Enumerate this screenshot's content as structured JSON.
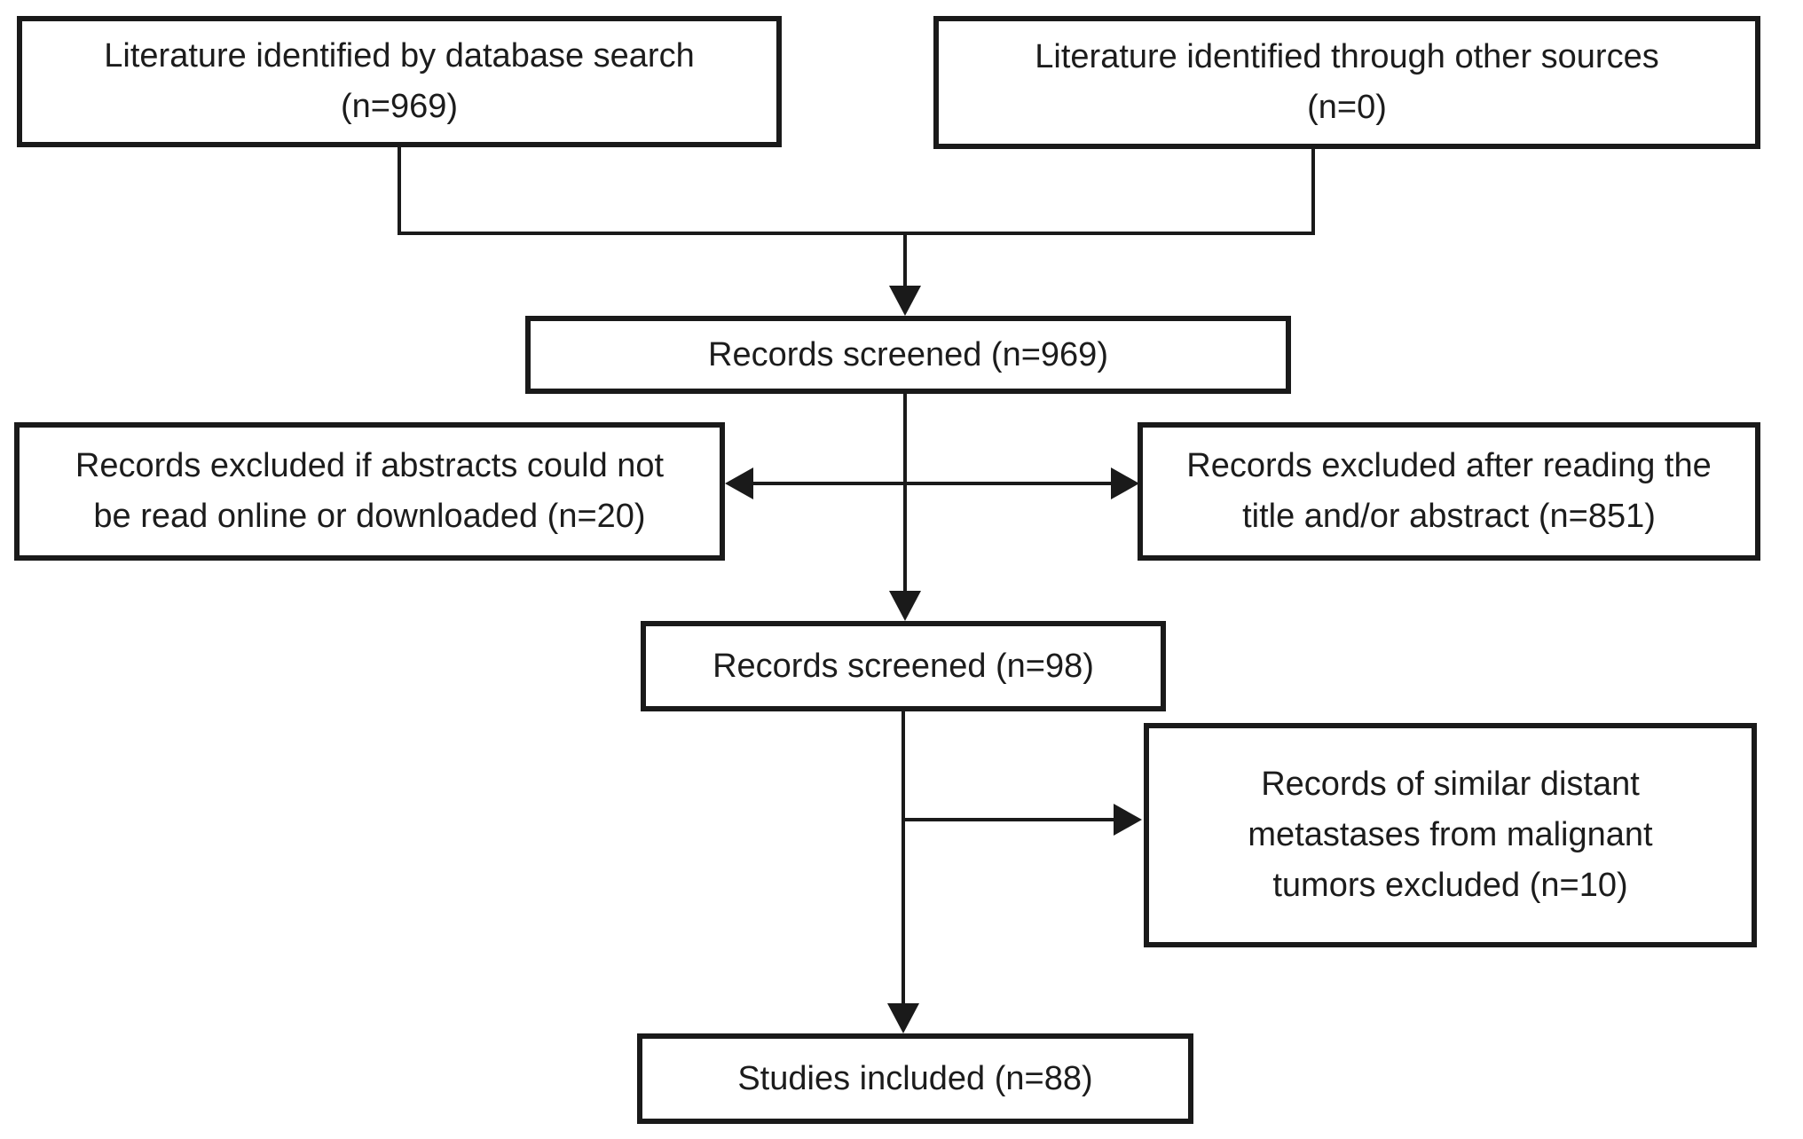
{
  "figure": {
    "kind": "literature-screening-flow-diagram",
    "background_color": "#ffffff",
    "line_color": "#1a1a1a",
    "text_color": "#1c1c1c",
    "boxes": {
      "db_search": {
        "lines": [
          "Literature identified by database search",
          "(n=969)"
        ],
        "count": 969
      },
      "other_sources": {
        "lines": [
          "Literature identified through other sources",
          "(n=0)"
        ],
        "count": 0
      },
      "screened_969": {
        "lines": [
          "Records screened (n=969)"
        ],
        "count": 969
      },
      "excluded_abstracts": {
        "lines": [
          "Records excluded if abstracts could not",
          "be read online or downloaded (n=20)"
        ],
        "count": 20
      },
      "excluded_title": {
        "lines": [
          "Records excluded after reading the",
          "title and/or abstract (n=851)"
        ],
        "count": 851
      },
      "screened_98": {
        "lines": [
          "Records screened (n=98)"
        ],
        "count": 98
      },
      "excluded_metastases": {
        "lines": [
          "Records of similar distant",
          "metastases from malignant",
          "tumors excluded (n=10)"
        ],
        "count": 10
      },
      "included": {
        "lines": [
          "Studies included (n=88)"
        ],
        "count": 88
      }
    }
  }
}
